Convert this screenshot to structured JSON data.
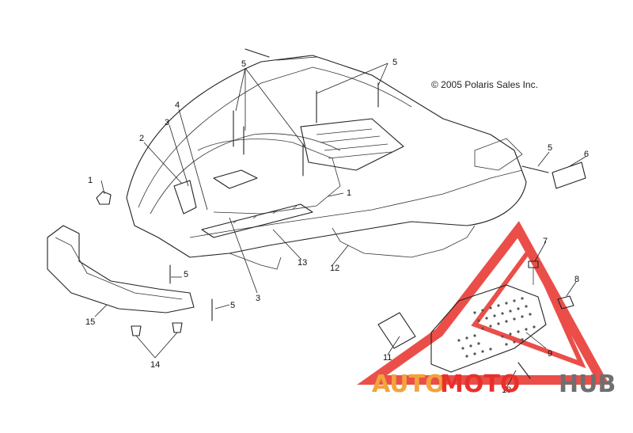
{
  "copyright": "© 2005 Polaris Sales Inc.",
  "callouts": {
    "c1a": "1",
    "c1b": "1",
    "c2": "2",
    "c3a": "3",
    "c3b": "3",
    "c4": "4",
    "c5a": "5",
    "c5b": "5",
    "c5c": "5",
    "c5d": "5",
    "c5e": "5",
    "c6": "6",
    "c7": "7",
    "c8": "8",
    "c9": "9",
    "c10": "10",
    "c11": "11",
    "c12": "12",
    "c13": "13",
    "c14": "14",
    "c15": "15"
  },
  "watermark": {
    "auto": "AUTO",
    "moto": "MOTO",
    "hub": "HUB",
    "colors": {
      "red": "#e8302a",
      "orange": "#f2a33a",
      "grey": "#6f6f6f"
    }
  }
}
